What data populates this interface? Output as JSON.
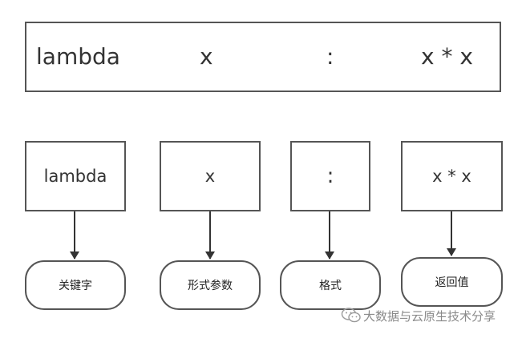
{
  "expression": {
    "keyword": "lambda",
    "param": "x",
    "colon": ":",
    "body": "x * x"
  },
  "parts": [
    {
      "text": "lambda",
      "label": "关键字"
    },
    {
      "text": "x",
      "label": "形式参数"
    },
    {
      "text": ":",
      "label": "格式"
    },
    {
      "text": "x * x",
      "label": "返回值"
    }
  ],
  "watermark": {
    "text": "大数据与云原生技术分享",
    "icon": "wechat-icon"
  }
}
